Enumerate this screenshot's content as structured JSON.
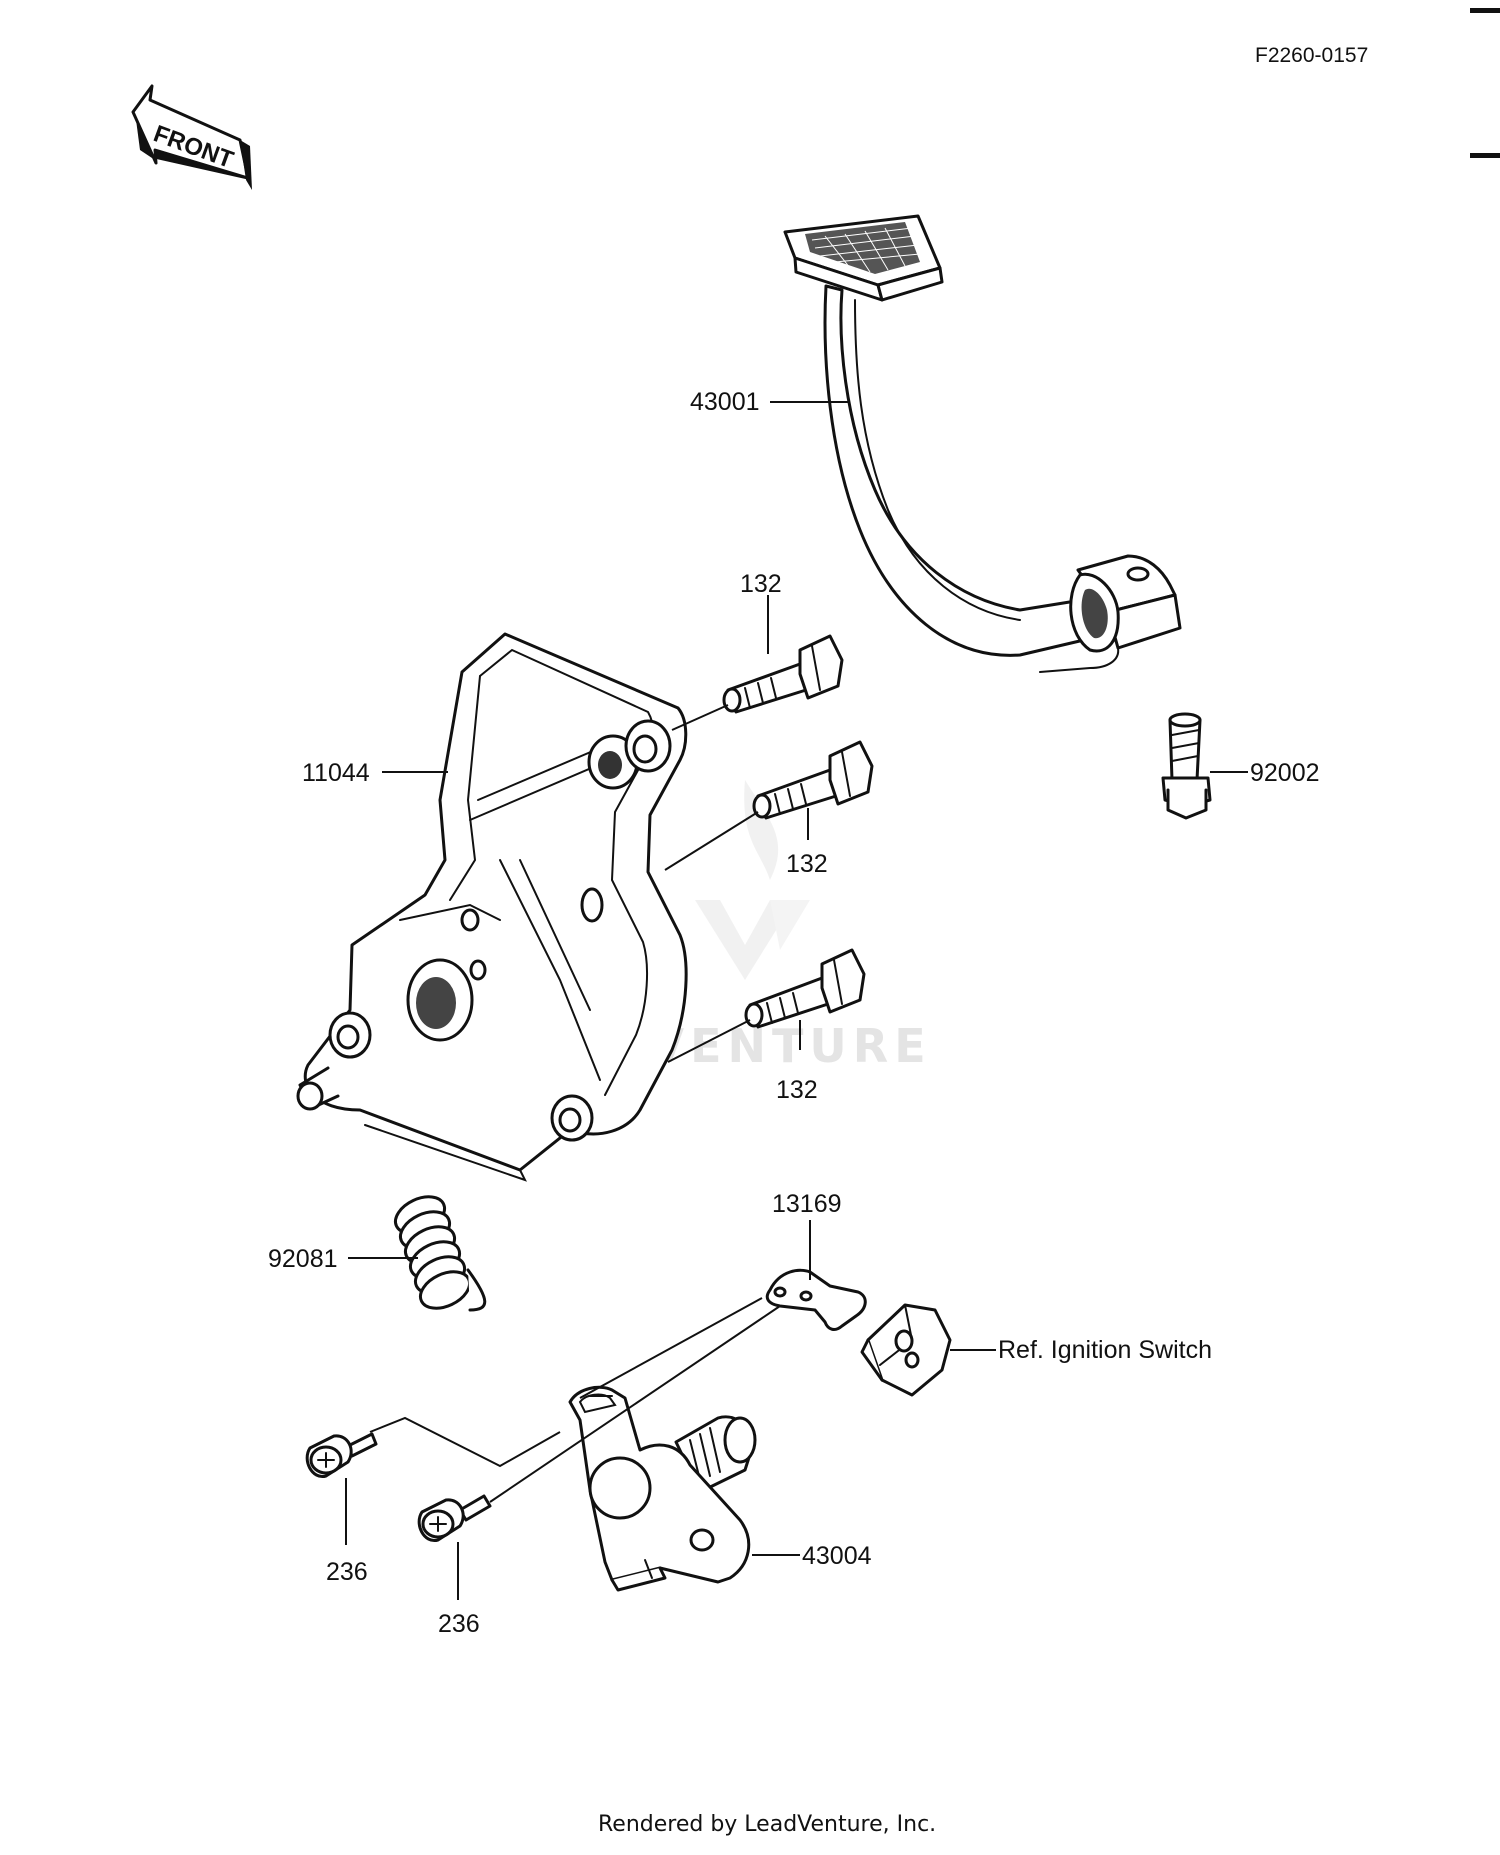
{
  "diagram": {
    "code": "F2260-0157",
    "front_badge": "FRONT",
    "watermark": "LEADVENTURE",
    "footer": "Rendered by LeadVenture, Inc.",
    "labels": {
      "p43001": "43001",
      "p132a": "132",
      "p132b": "132",
      "p132c": "132",
      "p92002": "92002",
      "p11044": "11044",
      "p13169": "13169",
      "p92081": "92081",
      "ref_ignition": "Ref. Ignition Switch",
      "p236a": "236",
      "p236b": "236",
      "p43004": "43004"
    }
  }
}
